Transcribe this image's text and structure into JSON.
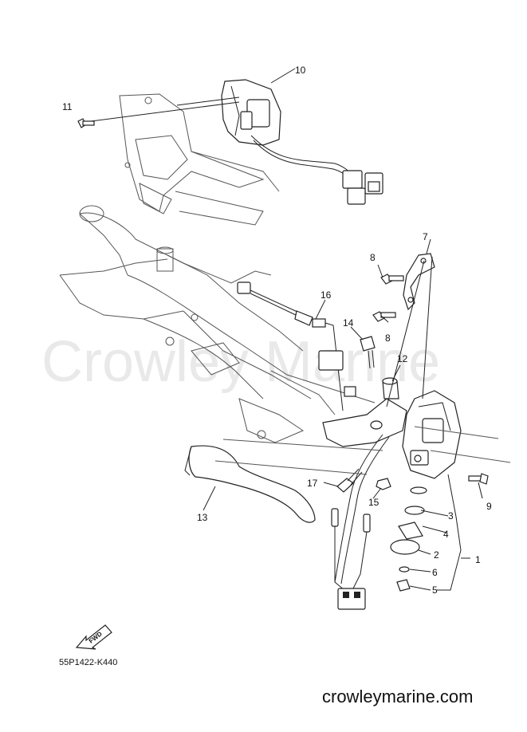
{
  "diagram": {
    "watermark": "Crowley Marine",
    "figure_code": "55P1422-K440",
    "website": "crowleymarine.com",
    "fwd_label": "FWD",
    "callouts": [
      {
        "id": "c1",
        "label": "1"
      },
      {
        "id": "c2",
        "label": "2"
      },
      {
        "id": "c3",
        "label": "3"
      },
      {
        "id": "c4",
        "label": "4"
      },
      {
        "id": "c5",
        "label": "5"
      },
      {
        "id": "c6",
        "label": "6"
      },
      {
        "id": "c7",
        "label": "7"
      },
      {
        "id": "c8a",
        "label": "8"
      },
      {
        "id": "c8b",
        "label": "8"
      },
      {
        "id": "c9",
        "label": "9"
      },
      {
        "id": "c10",
        "label": "10"
      },
      {
        "id": "c11",
        "label": "11"
      },
      {
        "id": "c12",
        "label": "12"
      },
      {
        "id": "c13",
        "label": "13"
      },
      {
        "id": "c14",
        "label": "14"
      },
      {
        "id": "c15",
        "label": "15"
      },
      {
        "id": "c16",
        "label": "16"
      },
      {
        "id": "c17",
        "label": "17"
      }
    ]
  }
}
